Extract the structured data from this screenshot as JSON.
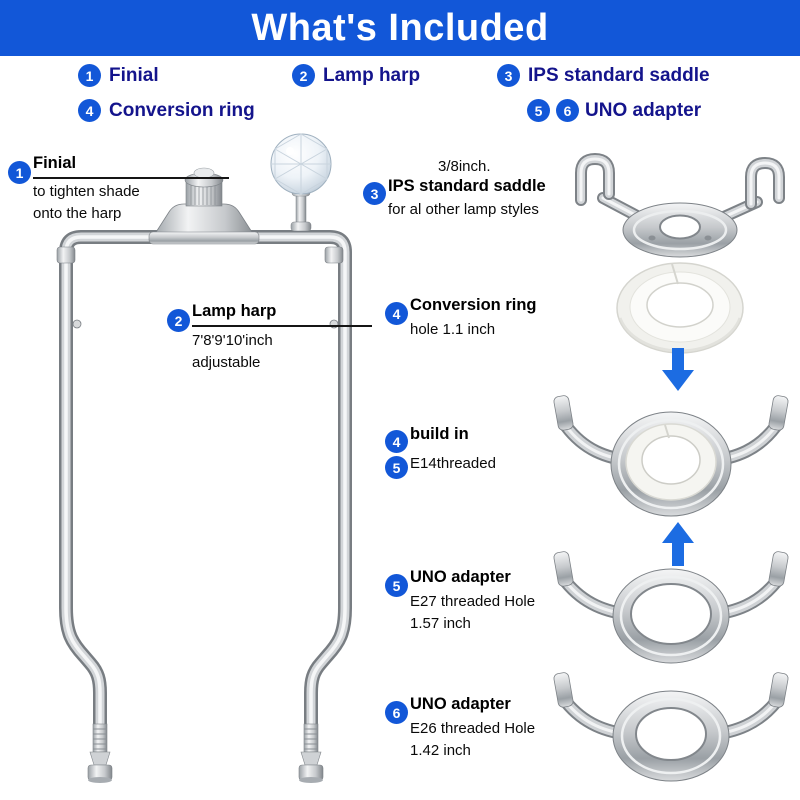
{
  "header": {
    "title": "What's Included"
  },
  "legend": {
    "items": [
      {
        "num": "1",
        "label": "Finial"
      },
      {
        "num": "2",
        "label": "Lamp harp"
      },
      {
        "num": "3",
        "label": "IPS standard saddle"
      },
      {
        "num": "4",
        "label": "Conversion ring"
      },
      {
        "num_a": "5",
        "num_b": "6",
        "label": "UNO adapter"
      }
    ]
  },
  "callouts": {
    "finial": {
      "num": "1",
      "title": "Finial",
      "desc": "to tighten shade\nonto the harp"
    },
    "lamp_harp": {
      "num": "2",
      "title": "Lamp harp",
      "desc": "7'8'9'10'inch\nadjustable"
    },
    "ips_saddle": {
      "size_note": "3/8inch.",
      "num": "3",
      "title": "IPS standard saddle",
      "desc": "for al other lamp styles"
    },
    "conversion_ring": {
      "num": "4",
      "title": "Conversion ring",
      "desc": "hole 1.1 inch"
    },
    "build_in": {
      "num_a": "4",
      "title": "build in",
      "num_b": "5",
      "subtitle": "E14threaded"
    },
    "uno_e27": {
      "num": "5",
      "title": "UNO adapter",
      "desc": "E27 threaded Hole\n1.57 inch"
    },
    "uno_e26": {
      "num": "6",
      "title": "UNO adapter",
      "desc": "E26 threaded Hole\n1.42 inch"
    }
  },
  "colors": {
    "banner_blue": "#1257d8",
    "badge_blue": "#1257d8",
    "legend_text": "#14148c",
    "arrow_blue": "#1c6ce2"
  }
}
